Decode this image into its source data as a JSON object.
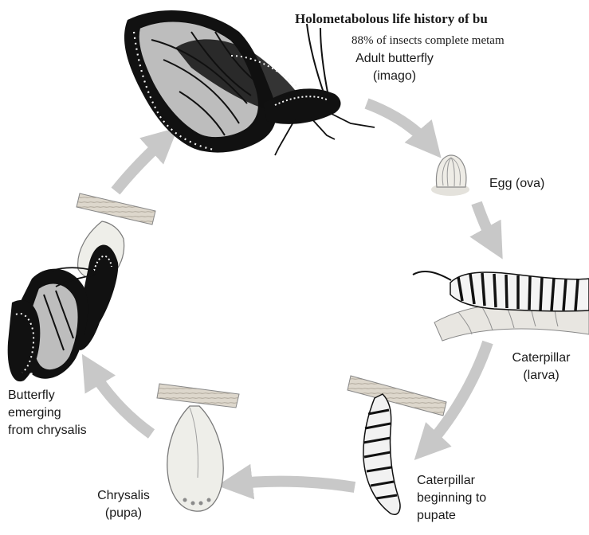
{
  "title": "Holometabolous life history of bu",
  "subtitle": "88% of insects complete metam",
  "stages": {
    "adult": {
      "line1": "Adult butterfly",
      "line2": "(imago)"
    },
    "egg": {
      "line1": "Egg (ova)"
    },
    "larva": {
      "line1": "Caterpillar",
      "line2": "(larva)"
    },
    "prepupa": {
      "line1": "Caterpillar",
      "line2": "beginning to",
      "line3": "pupate"
    },
    "pupa": {
      "line1": "Chrysalis",
      "line2": "(pupa)"
    },
    "emerging": {
      "line1": "Butterfly",
      "line2": "emerging",
      "line3": "from chrysalis"
    }
  },
  "colors": {
    "arrow": "#c8c8c8",
    "wing_fill": "#bdbdbd",
    "wing_vein": "#111111",
    "twig": "#d9d3c8",
    "chrysalis": "#e9e9e6"
  }
}
